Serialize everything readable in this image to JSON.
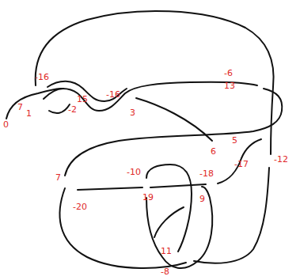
{
  "diagram": {
    "labels": [
      "-16",
      "15",
      "-2",
      "-16",
      "-6",
      "13",
      "7",
      "1",
      "0",
      "3",
      "6",
      "5",
      "-12",
      "7",
      "-10",
      "-18",
      "-17",
      "-20",
      "19",
      "9",
      "11",
      "-8"
    ]
  }
}
